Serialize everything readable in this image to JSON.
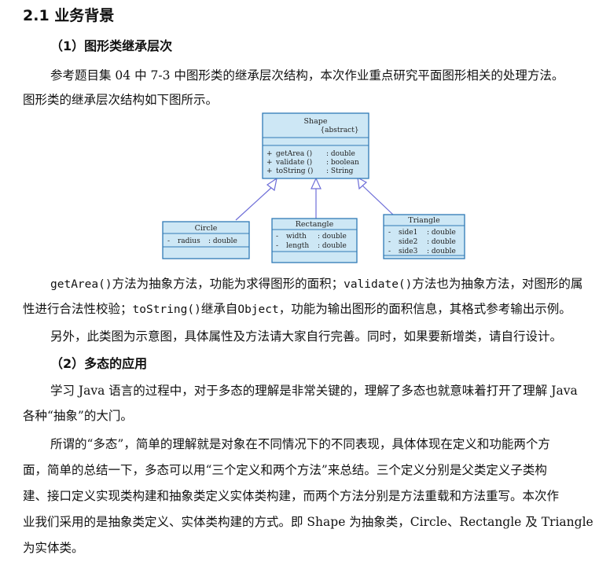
{
  "section_title": "2.1 业务背景",
  "sub1_title": "（1）图形类继承层次",
  "p1": {
    "l1": "参考题目集 04 中 7-3 中图形类的继承层次结构，本次作业重点研究平面图形相关的处理方法。",
    "l2": "图形类的继承层次结构如下图所示。"
  },
  "uml": {
    "shape": {
      "name": "Shape",
      "stereotype": "{abstract}",
      "methods": [
        {
          "vis": "+",
          "name": "getArea ()",
          "type": ": double"
        },
        {
          "vis": "+",
          "name": "validate ()",
          "type": ": boolean"
        },
        {
          "vis": "+",
          "name": "toString ()",
          "type": ": String"
        }
      ]
    },
    "circle": {
      "name": "Circle",
      "attrs": [
        {
          "vis": "-",
          "name": "radius",
          "type": ": double"
        }
      ]
    },
    "rectangle": {
      "name": "Rectangle",
      "attrs": [
        {
          "vis": "-",
          "name": "width",
          "type": ": double"
        },
        {
          "vis": "-",
          "name": "length",
          "type": ": double"
        }
      ]
    },
    "triangle": {
      "name": "Triangle",
      "attrs": [
        {
          "vis": "-",
          "name": "side1",
          "type": ": double"
        },
        {
          "vis": "-",
          "name": "side2",
          "type": ": double"
        },
        {
          "vis": "-",
          "name": "side3",
          "type": ": double"
        }
      ]
    }
  },
  "p2": {
    "l1_code1": "getArea()",
    "l1_text1": "方法为抽象方法，功能为求得图形的面积；",
    "l1_code2": "validate()",
    "l1_text2": "方法也为抽象方法，对图形的属",
    "l2_text1": "性进行合法性校验；",
    "l2_code1": "toString()",
    "l2_text2": "继承自",
    "l2_code2": "Object",
    "l2_text3": "，功能为输出图形的面积信息，其格式参考输出示例。"
  },
  "p3": "另外，此类图为示意图，具体属性及方法请大家自行完善。同时，如果要新增类，请自行设计。",
  "sub2_title": "（2）多态的应用",
  "p4": {
    "l1": "学习 Java 语言的过程中，对于多态的理解是非常关键的，理解了多态也就意味着打开了理解 Java",
    "l2": "各种“抽象”的大门。"
  },
  "p5": {
    "l1": "所谓的“多态”，简单的理解就是对象在不同情况下的不同表现，具体体现在定义和功能两个方",
    "l2": "面，简单的总结一下，多态可以用“三个定义和两个方法”来总结。三个定义分别是父类定义子类构",
    "l3": "建、接口定义实现类构建和抽象类定义实体类构建，而两个方法分别是方法重载和方法重写。本次作",
    "l4": "业我们采用的是抽象类定义、实体类构建的方式。即 Shape 为抽象类，Circle、Rectangle 及 Triangle",
    "l5": "为实体类。"
  },
  "colors": {
    "uml_fill": "#cde7f5",
    "uml_border": "#2f7ab5",
    "uml_arrow": "#6e6ed8"
  }
}
